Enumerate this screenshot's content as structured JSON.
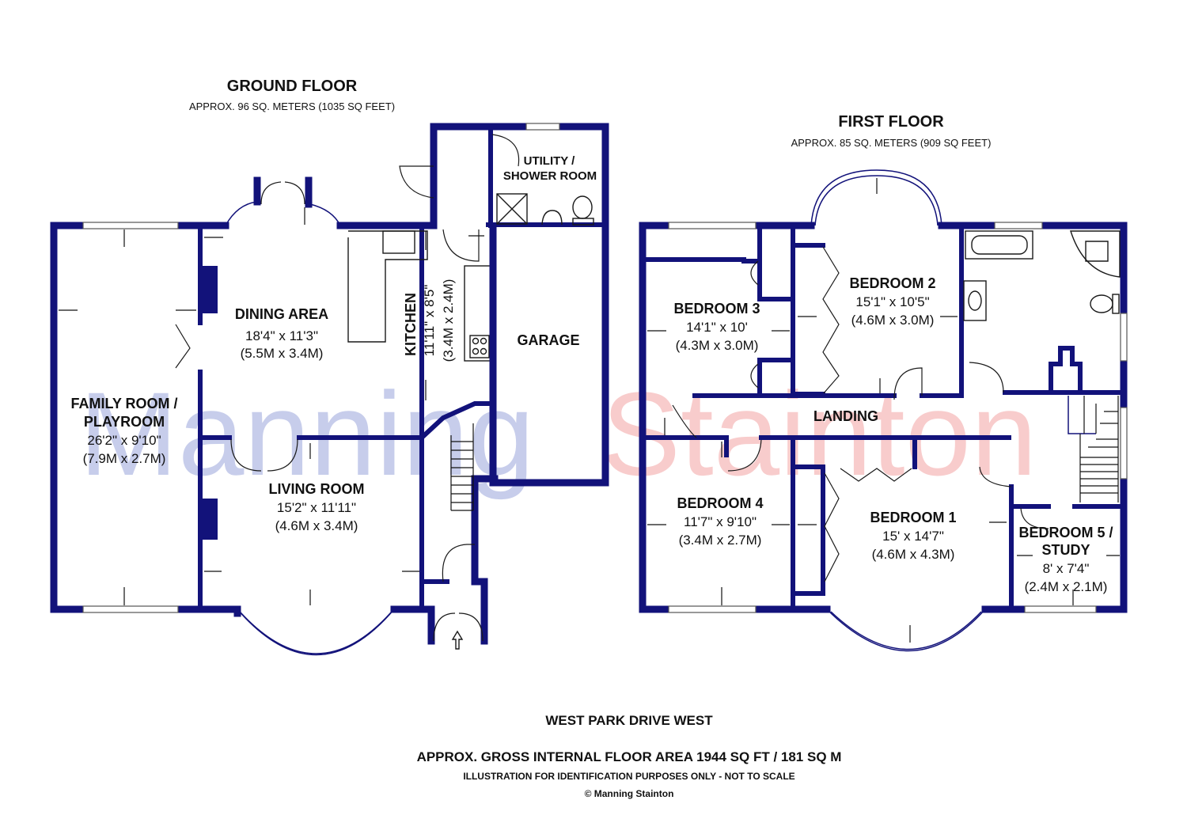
{
  "ground_floor": {
    "title": "GROUND FLOOR",
    "area": "APPROX. 96 SQ. METERS (1035 SQ FEET)",
    "rooms": [
      {
        "name": "UTILITY /",
        "name2": "SHOWER ROOM",
        "dim_imperial": "",
        "dim_metric": ""
      },
      {
        "name": "DINING AREA",
        "name2": "",
        "dim_imperial": "18'4\" x 11'3\"",
        "dim_metric": "(5.5M x 3.4M)"
      },
      {
        "name": "KITCHEN",
        "name2": "",
        "dim_imperial": "11'11\" x 8'5\"",
        "dim_metric": "(3.4M x 2.4M)"
      },
      {
        "name": "GARAGE",
        "name2": "",
        "dim_imperial": "",
        "dim_metric": ""
      },
      {
        "name": "FAMILY ROOM /",
        "name2": "PLAYROOM",
        "dim_imperial": "26'2\" x 9'10\"",
        "dim_metric": "(7.9M x 2.7M)"
      },
      {
        "name": "LIVING ROOM",
        "name2": "",
        "dim_imperial": "15'2\" x 11'11\"",
        "dim_metric": "(4.6M x 3.4M)"
      }
    ]
  },
  "first_floor": {
    "title": "FIRST FLOOR",
    "area": "APPROX. 85 SQ. METERS (909 SQ FEET)",
    "rooms": [
      {
        "name": "BEDROOM 2",
        "name2": "",
        "dim_imperial": "15'1\" x 10'5\"",
        "dim_metric": "(4.6M x 3.0M)"
      },
      {
        "name": "BEDROOM 3",
        "name2": "",
        "dim_imperial": "14'1\" x 10'",
        "dim_metric": "(4.3M x 3.0M)"
      },
      {
        "name": "LANDING",
        "name2": "",
        "dim_imperial": "",
        "dim_metric": ""
      },
      {
        "name": "BEDROOM 4",
        "name2": "",
        "dim_imperial": "11'7\" x 9'10\"",
        "dim_metric": "(3.4M x 2.7M)"
      },
      {
        "name": "BEDROOM 1",
        "name2": "",
        "dim_imperial": "15' x 14'7\"",
        "dim_metric": "(4.6M x 4.3M)"
      },
      {
        "name": "BEDROOM 5 /",
        "name2": "STUDY",
        "dim_imperial": "8' x 7'4\"",
        "dim_metric": "(2.4M x 2.1M)"
      }
    ]
  },
  "footer": {
    "address": "WEST PARK DRIVE WEST",
    "gross_area": "APPROX. GROSS INTERNAL FLOOR AREA 1944 SQ FT / 181 SQ M",
    "disclaimer": "ILLUSTRATION FOR IDENTIFICATION PURPOSES ONLY - NOT TO SCALE",
    "copyright": "© Manning Stainton"
  },
  "watermark": {
    "part1": "Manning",
    "part2": "Stainton",
    "color1": "#9aa6dc",
    "color2": "#f4a4a4"
  },
  "colors": {
    "wall": "#12127a"
  }
}
